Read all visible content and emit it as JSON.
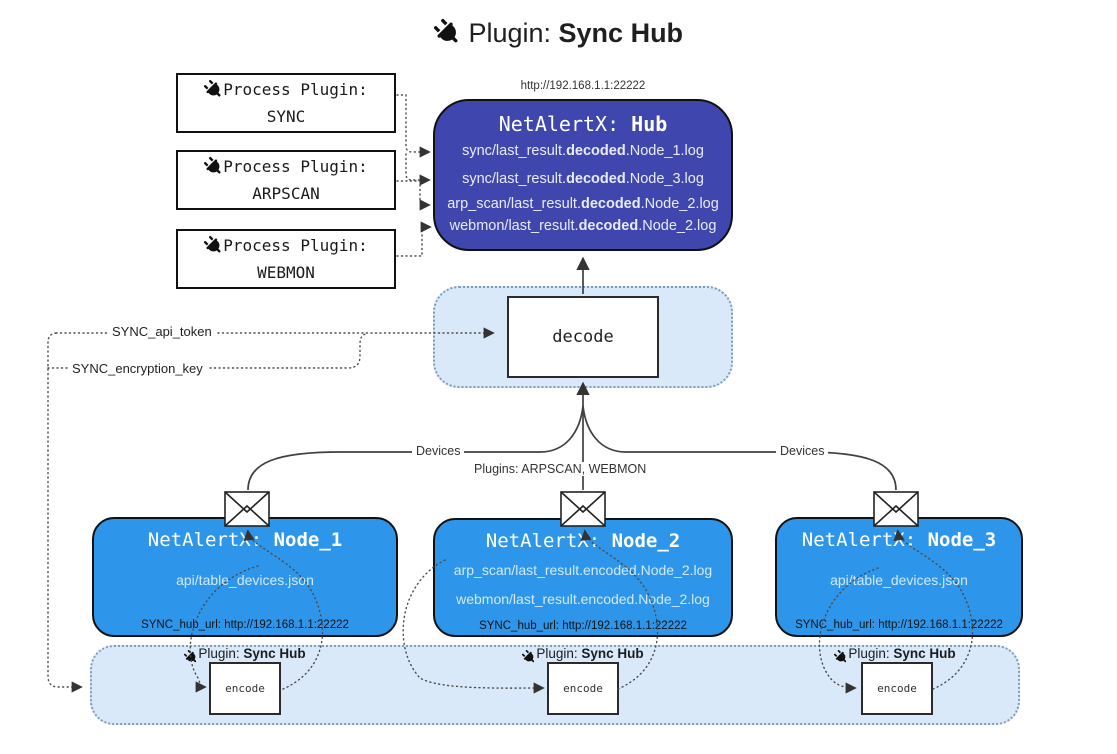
{
  "title": {
    "label": "Plugin:",
    "name": "Sync Hub"
  },
  "hub": {
    "url": "http://192.168.1.1:22222",
    "name_prefix": "NetAlertX:",
    "name": "Hub",
    "logs": [
      {
        "pre": "sync/last_result.",
        "bold": "decoded",
        "post": ".Node_1.log"
      },
      {
        "pre": "sync/last_result.",
        "bold": "decoded",
        "post": ".Node_3.log"
      },
      {
        "pre": "arp_scan/last_result.",
        "bold": "decoded",
        "post": ".Node_2.log"
      },
      {
        "pre": "webmon/last_result.",
        "bold": "decoded",
        "post": ".Node_2.log"
      }
    ]
  },
  "process_plugins": [
    {
      "label": "Process Plugin:",
      "name": "SYNC"
    },
    {
      "label": "Process Plugin:",
      "name": "ARPSCAN"
    },
    {
      "label": "Process Plugin:",
      "name": "WEBMON"
    }
  ],
  "decode": {
    "label": "decode"
  },
  "secrets": {
    "api_token": "SYNC_api_token",
    "encryption_key": "SYNC_encryption_key"
  },
  "edge_labels": {
    "devices_left": "Devices",
    "devices_right": "Devices",
    "plugins": "Plugins: ARPSCAN, WEBMON"
  },
  "nodes": [
    {
      "name_prefix": "NetAlertX:",
      "name": "Node_1",
      "files": [
        "api/table_devices.json"
      ],
      "hub_url": "SYNC_hub_url: http://192.168.1.1:22222"
    },
    {
      "name_prefix": "NetAlertX:",
      "name": "Node_2",
      "files": [
        "arp_scan/last_result.encoded.Node_2.log",
        "webmon/last_result.encoded.Node_2.log"
      ],
      "hub_url": "SYNC_hub_url: http://192.168.1.1:22222"
    },
    {
      "name_prefix": "NetAlertX:",
      "name": "Node_3",
      "files": [
        "api/table_devices.json"
      ],
      "hub_url": "SYNC_hub_url: http://192.168.1.1:22222"
    }
  ],
  "encode_band": {
    "plugin_label": "Plugin:",
    "plugin_name": "Sync Hub",
    "encode_label": "encode"
  },
  "colors": {
    "hub_fill": "#3f47ae",
    "node_fill": "#2e96ea",
    "band_fill": "#d9e9fa",
    "line": "#404040"
  }
}
